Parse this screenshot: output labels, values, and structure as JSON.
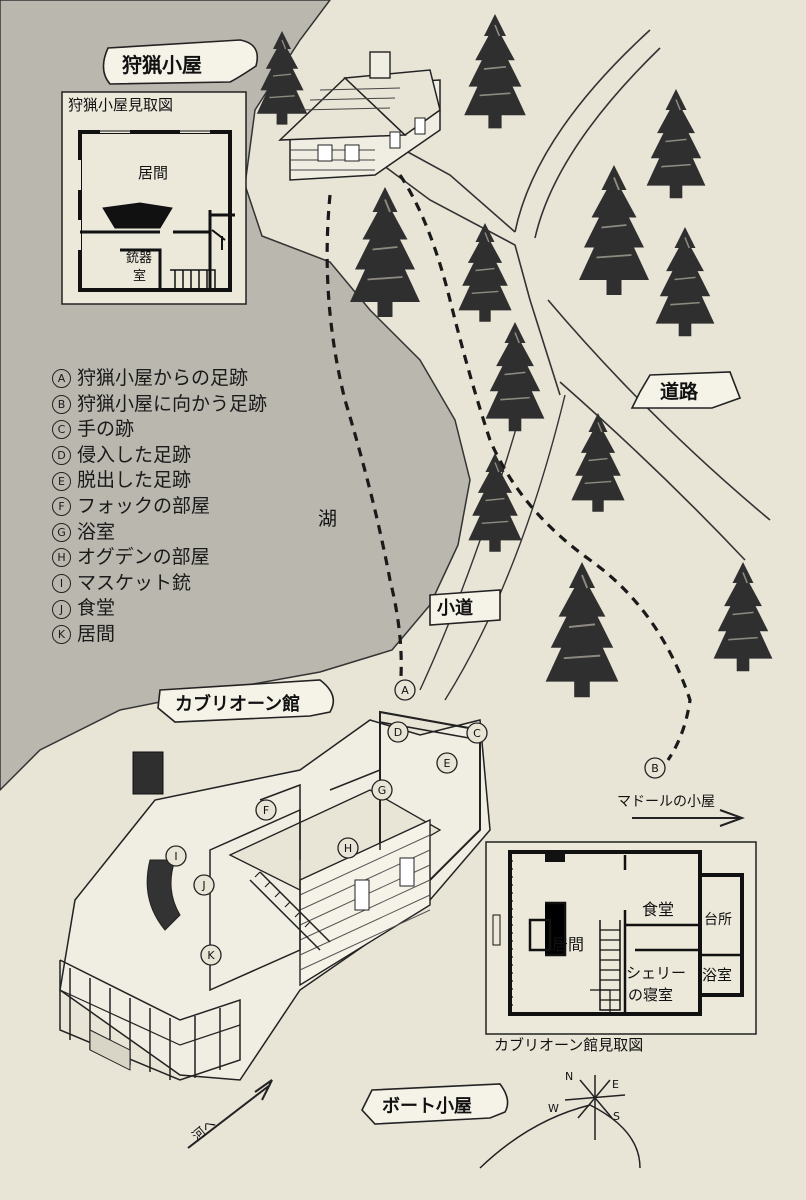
{
  "labels": {
    "hunting_lodge": "狩猟小屋",
    "hunting_lodge_plan_title": "狩猟小屋見取図",
    "lodge_living": "居間",
    "lodge_gun_room_1": "銃器",
    "lodge_gun_room_2": "室",
    "lake": "湖",
    "road": "道路",
    "path": "小道",
    "capriorn_house": "カブリオーン館",
    "madol_hut": "マドールの小屋",
    "boat_hut": "ボート小屋",
    "to_river": "河へ",
    "house_plan_title": "カブリオーン館見取図",
    "plan_dining": "食堂",
    "plan_kitchen": "台所",
    "plan_living": "居間",
    "plan_shelly_1": "シェリー",
    "plan_shelly_2": "の寝室",
    "plan_bath": "浴室"
  },
  "compass": {
    "n": "N",
    "e": "E",
    "s": "S",
    "w": "W"
  },
  "markers": {
    "A": "A",
    "B": "B",
    "C": "C",
    "D": "D",
    "E": "E",
    "F": "F",
    "G": "G",
    "H": "H",
    "I": "I",
    "J": "J",
    "K": "K"
  },
  "legend": [
    {
      "key": "A",
      "text": "狩猟小屋からの足跡"
    },
    {
      "key": "B",
      "text": "狩猟小屋に向かう足跡"
    },
    {
      "key": "C",
      "text": "手の跡"
    },
    {
      "key": "D",
      "text": "侵入した足跡"
    },
    {
      "key": "E",
      "text": "脱出した足跡"
    },
    {
      "key": "F",
      "text": "フォックの部屋"
    },
    {
      "key": "G",
      "text": "浴室"
    },
    {
      "key": "H",
      "text": "オグデンの部屋"
    },
    {
      "key": "I",
      "text": "マスケット銃"
    },
    {
      "key": "J",
      "text": "食堂"
    },
    {
      "key": "K",
      "text": "居間"
    }
  ],
  "colors": {
    "paper": "#e8e4d6",
    "lake": "#b9b7ae",
    "ink": "#1a1a1a",
    "tree": "#2f2f2f"
  }
}
